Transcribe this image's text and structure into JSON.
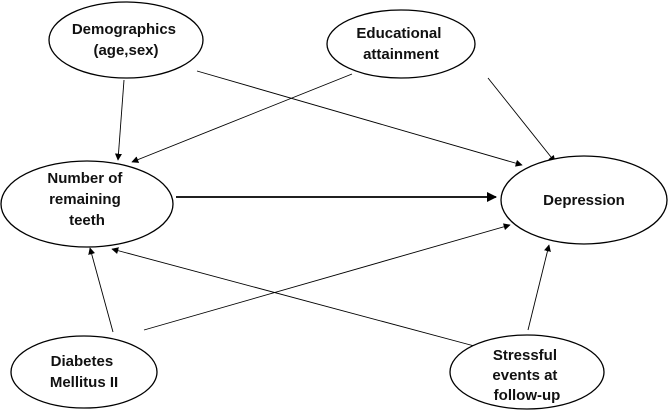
{
  "diagram": {
    "nodes": {
      "demographics": {
        "lines": [
          "Demographics",
          "(age,sex)"
        ]
      },
      "education": {
        "lines": [
          "Educational",
          "attainment"
        ]
      },
      "teeth": {
        "lines": [
          "Number of",
          "remaining",
          "teeth"
        ]
      },
      "depression": {
        "lines": [
          "Depression"
        ]
      },
      "diabetes": {
        "lines": [
          "Diabetes",
          "Mellitus II"
        ]
      },
      "stress": {
        "lines": [
          "Stressful",
          "events at",
          "follow-up"
        ]
      }
    },
    "edges": [
      {
        "from": "demographics",
        "to": "teeth"
      },
      {
        "from": "demographics",
        "to": "depression"
      },
      {
        "from": "education",
        "to": "teeth"
      },
      {
        "from": "education",
        "to": "depression"
      },
      {
        "from": "teeth",
        "to": "depression"
      },
      {
        "from": "diabetes",
        "to": "teeth"
      },
      {
        "from": "diabetes",
        "to": "depression"
      },
      {
        "from": "stress",
        "to": "teeth"
      },
      {
        "from": "stress",
        "to": "depression"
      }
    ]
  }
}
